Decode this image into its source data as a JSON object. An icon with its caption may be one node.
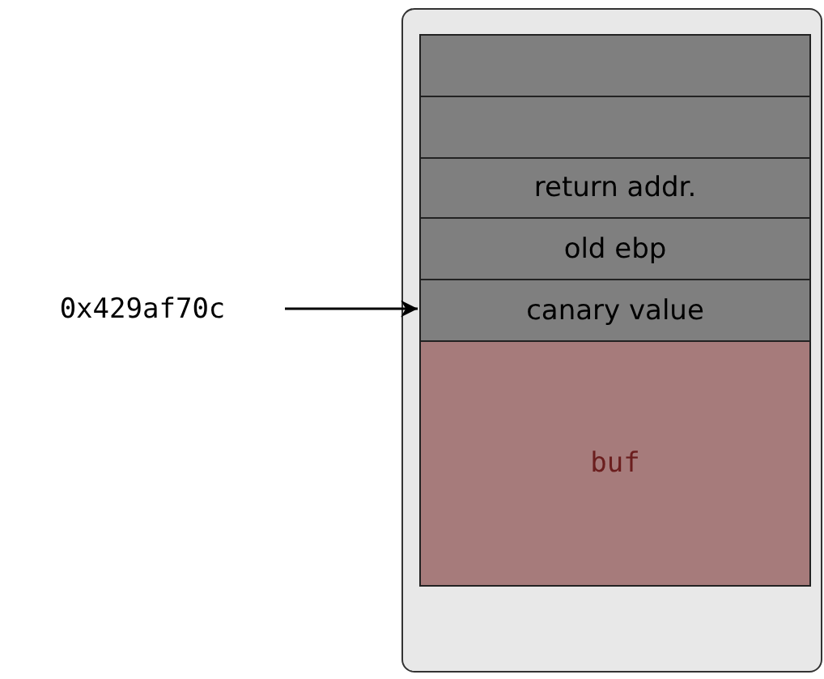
{
  "diagram": {
    "nodes": [
      {
        "text": [],
        "shape": "box"
      },
      {
        "text": [],
        "shape": "box",
        "in": 0
      },
      {
        "text": [],
        "shape": "box",
        "in": 0
      },
      {
        "text": [
          "return addr."
        ],
        "in": 0
      },
      {
        "text": [
          "old ebp"
        ],
        "in": 0
      },
      {
        "text": [
          "canary value"
        ],
        "in": 0
      },
      {
        "text": [
          "buf"
        ],
        "in": 0
      },
      {
        "text": [
          "0x429af70c"
        ]
      }
    ],
    "edges": [
      {
        "from": 7,
        "to": 5,
        "arrow": "to"
      }
    ]
  }
}
